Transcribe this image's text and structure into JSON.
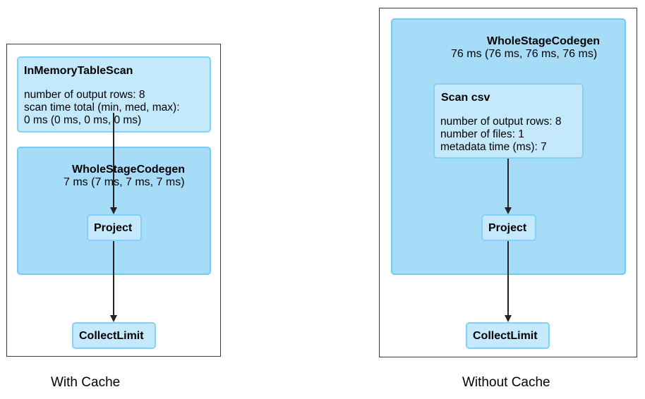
{
  "with_cache": {
    "caption": "With Cache",
    "scan_node": {
      "title": "InMemoryTableScan",
      "lines": [
        "number of output rows: 8",
        "scan time total (min, med, max):",
        "0 ms (0 ms, 0 ms, 0 ms)"
      ]
    },
    "codegen": {
      "title": "WholeStageCodegen",
      "subtitle": "7 ms (7 ms, 7 ms, 7 ms)"
    },
    "project_label": "Project",
    "collect_label": "CollectLimit"
  },
  "without_cache": {
    "caption": "Without Cache",
    "codegen": {
      "title": "WholeStageCodegen",
      "subtitle": "76 ms (76 ms, 76 ms, 76 ms)"
    },
    "scan_node": {
      "title": "Scan csv",
      "lines": [
        "number of output rows: 8",
        "number of files: 1",
        "metadata time (ms): 7"
      ]
    },
    "project_label": "Project",
    "collect_label": "CollectLimit"
  }
}
